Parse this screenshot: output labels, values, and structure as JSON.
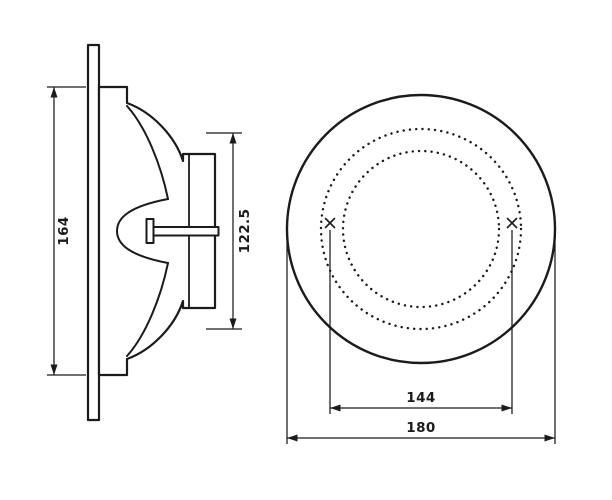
{
  "page": {
    "background": "#ffffff"
  },
  "drawing": {
    "line_color": "#1b1b1b",
    "side_view": {
      "overall_height_label": "164",
      "basket_height_label": "122.5"
    },
    "front_view": {
      "mounting_spacing_label": "144",
      "overall_diameter_label": "180"
    }
  }
}
